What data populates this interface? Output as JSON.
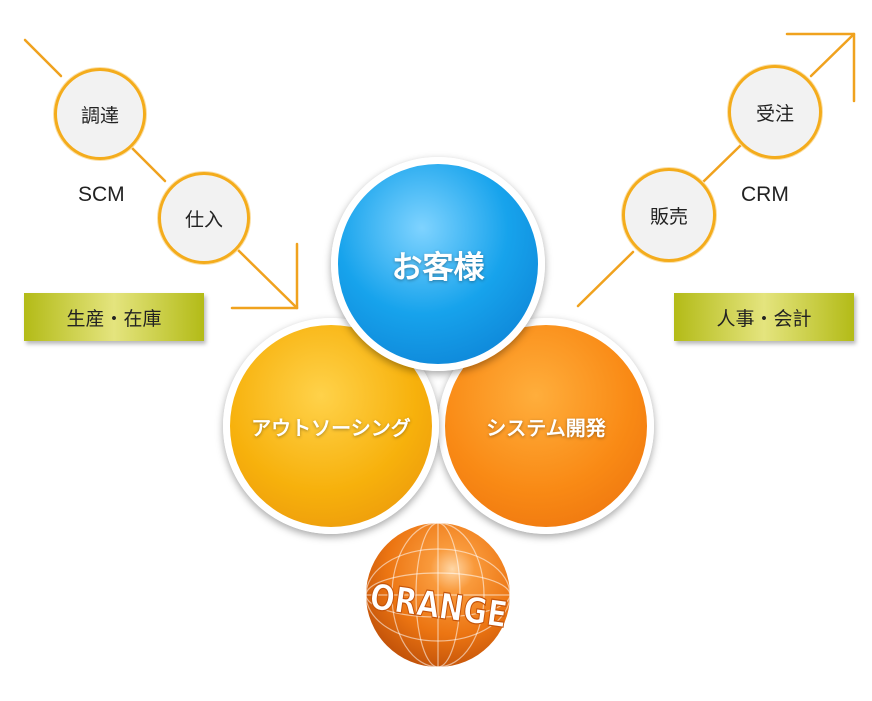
{
  "left_flow": {
    "nodes": [
      "調達",
      "仕入"
    ],
    "label": "SCM",
    "band": "生産・在庫"
  },
  "right_flow": {
    "nodes": [
      "販売",
      "受注"
    ],
    "label": "CRM",
    "band": "人事・会計"
  },
  "core": {
    "customer": "お客様",
    "outsourcing": "アウトソーシング",
    "system_dev": "システム開発"
  },
  "logo": {
    "text": "ORANGE"
  },
  "colors": {
    "arrow": "#f0a21e",
    "node_border": "#f4ac1c",
    "band": "#b3bb17",
    "customer": "#17a3ec",
    "outsourcing": "#f7b10c",
    "system_dev": "#f98a15",
    "globe": "#ee7a0f"
  }
}
